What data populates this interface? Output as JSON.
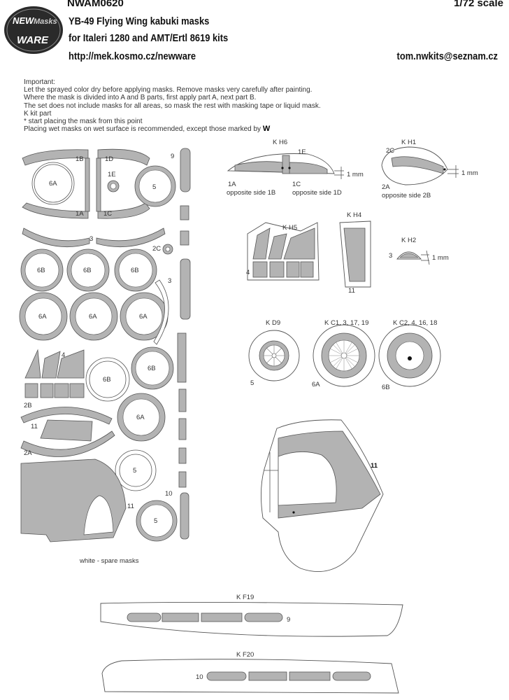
{
  "header": {
    "code": "NWAM0620",
    "scale": "1/72 scale",
    "title_line1": "YB-49 Flying Wing kabuki masks",
    "title_line2": "for Italeri 1280 and AMT/Ertl 8619 kits",
    "url": "http://mek.kosmo.cz/newware",
    "email": "tom.nwkits@seznam.cz"
  },
  "logo": {
    "line1": "NEW",
    "line2": "Masks",
    "line3": "WARE"
  },
  "notes": {
    "heading": "Important:",
    "line1": "Let the sprayed color dry before applying masks. Remove masks very carefully after painting.",
    "line2": "Where the mask is divided into A and B parts, first apply part A, next part B.",
    "line3": "The set does not include masks for all areas, so mask the rest with masking tape or liquid mask.",
    "line4": "K kit part",
    "line5": "*  start placing the mask from this point",
    "line6": "Placing wet masks on wet surface is recommended, except those marked by",
    "wet_mark": "W"
  },
  "labels": {
    "kh6": "K H6",
    "kh1": "K H1",
    "kh5": "K H5",
    "kh4": "K H4",
    "kh2": "K H2",
    "kd9": "K D9",
    "kc1": "K C1, 3, 17, 19",
    "kc2": "K C2, 4, 16, 18",
    "kf19": "K F19",
    "kf20": "K F20",
    "one_mm": "1 mm",
    "opp_1b": "opposite side 1B",
    "opp_1d": "opposite side 1D",
    "opp_2b": "opposite side 2B",
    "spare": "white - spare masks",
    "n1A": "1A",
    "n1B": "1B",
    "n1C": "1C",
    "n1D": "1D",
    "n1E": "1E",
    "n2A": "2A",
    "n2B": "2B",
    "n2C": "2C",
    "n3": "3",
    "n4": "4",
    "n5": "5",
    "n6A": "6A",
    "n6B": "6B",
    "n9": "9",
    "n10": "10",
    "n11": "11"
  },
  "colors": {
    "mask_fill": "#b3b3b3",
    "outline": "#555555",
    "kit": "#ffffff"
  }
}
